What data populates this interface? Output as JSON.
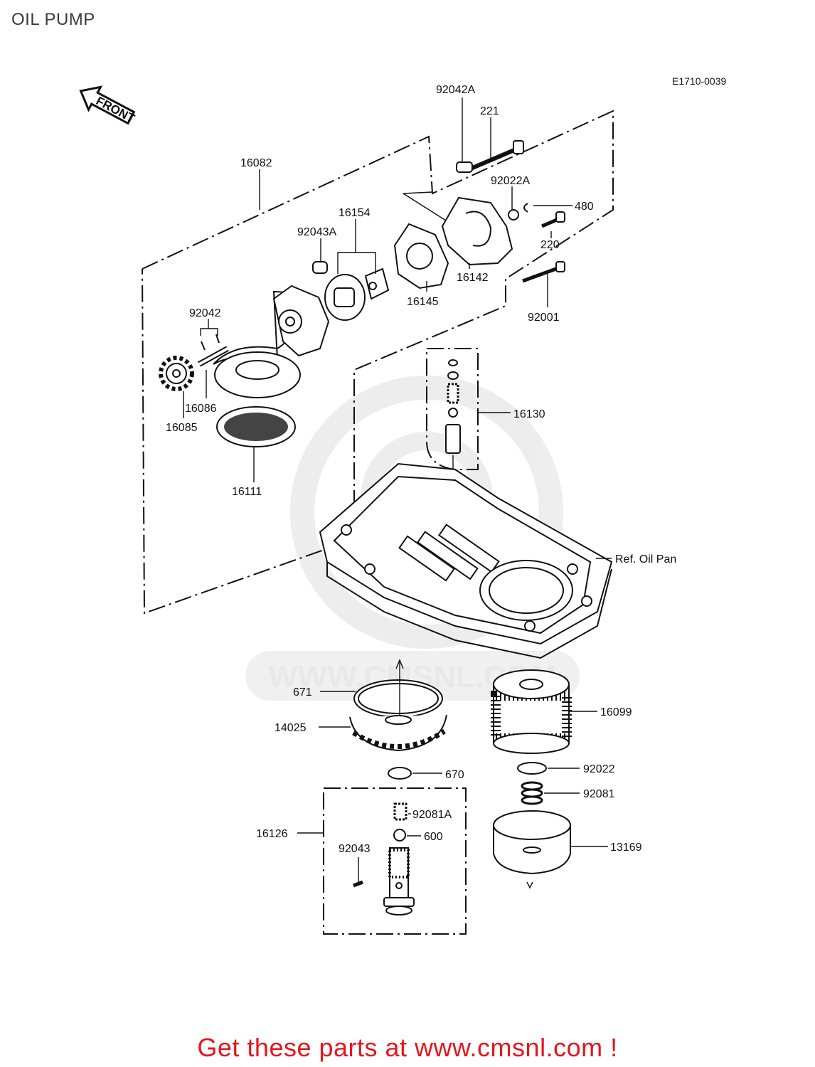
{
  "title": "OIL PUMP",
  "diagram_code": "E1710-0039",
  "front_label": "FRONT",
  "watermark": "WWW.CMSNL.COM",
  "callout": "Get these parts at www.cmsnl.com !",
  "colors": {
    "callout": "#e8141c",
    "ink": "#111111",
    "watermark": "#e6e6e6"
  },
  "parts": {
    "p92042A": "92042A",
    "p221": "221",
    "p16082": "16082",
    "p92022A": "92022A",
    "p480": "480",
    "p16154": "16154",
    "p92043A": "92043A",
    "p220": "220",
    "p16142": "16142",
    "p16145": "16145",
    "p92001": "92001",
    "p92042": "92042",
    "p16130": "16130",
    "p16086": "16086",
    "p16085": "16085",
    "p16111": "16111",
    "ref_oil_pan": "Ref. Oil Pan",
    "p671": "671",
    "p16099": "16099",
    "p14025": "14025",
    "p670": "670",
    "p92022": "92022",
    "p92081": "92081",
    "p92081A": "92081A",
    "p16126": "16126",
    "p600": "600",
    "p13169": "13169",
    "p92043": "92043"
  }
}
